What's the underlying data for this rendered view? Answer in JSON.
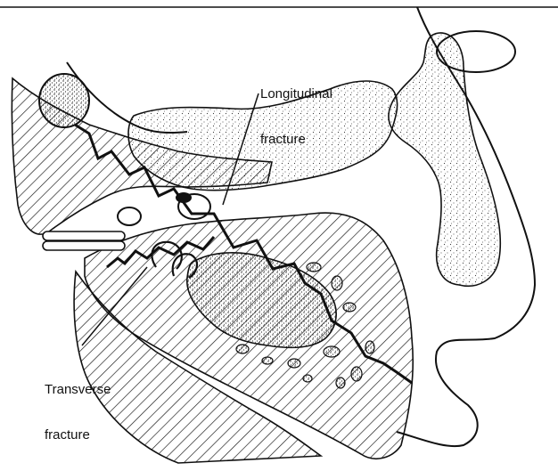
{
  "labels": {
    "longitudinal_line1": "Longitudinal",
    "longitudinal_line2": "fracture",
    "transverse_line1": "Transverse",
    "transverse_line2": "fracture"
  },
  "colors": {
    "ink": "#111111",
    "background": "#ffffff",
    "stipple": "#3a3a3a"
  }
}
